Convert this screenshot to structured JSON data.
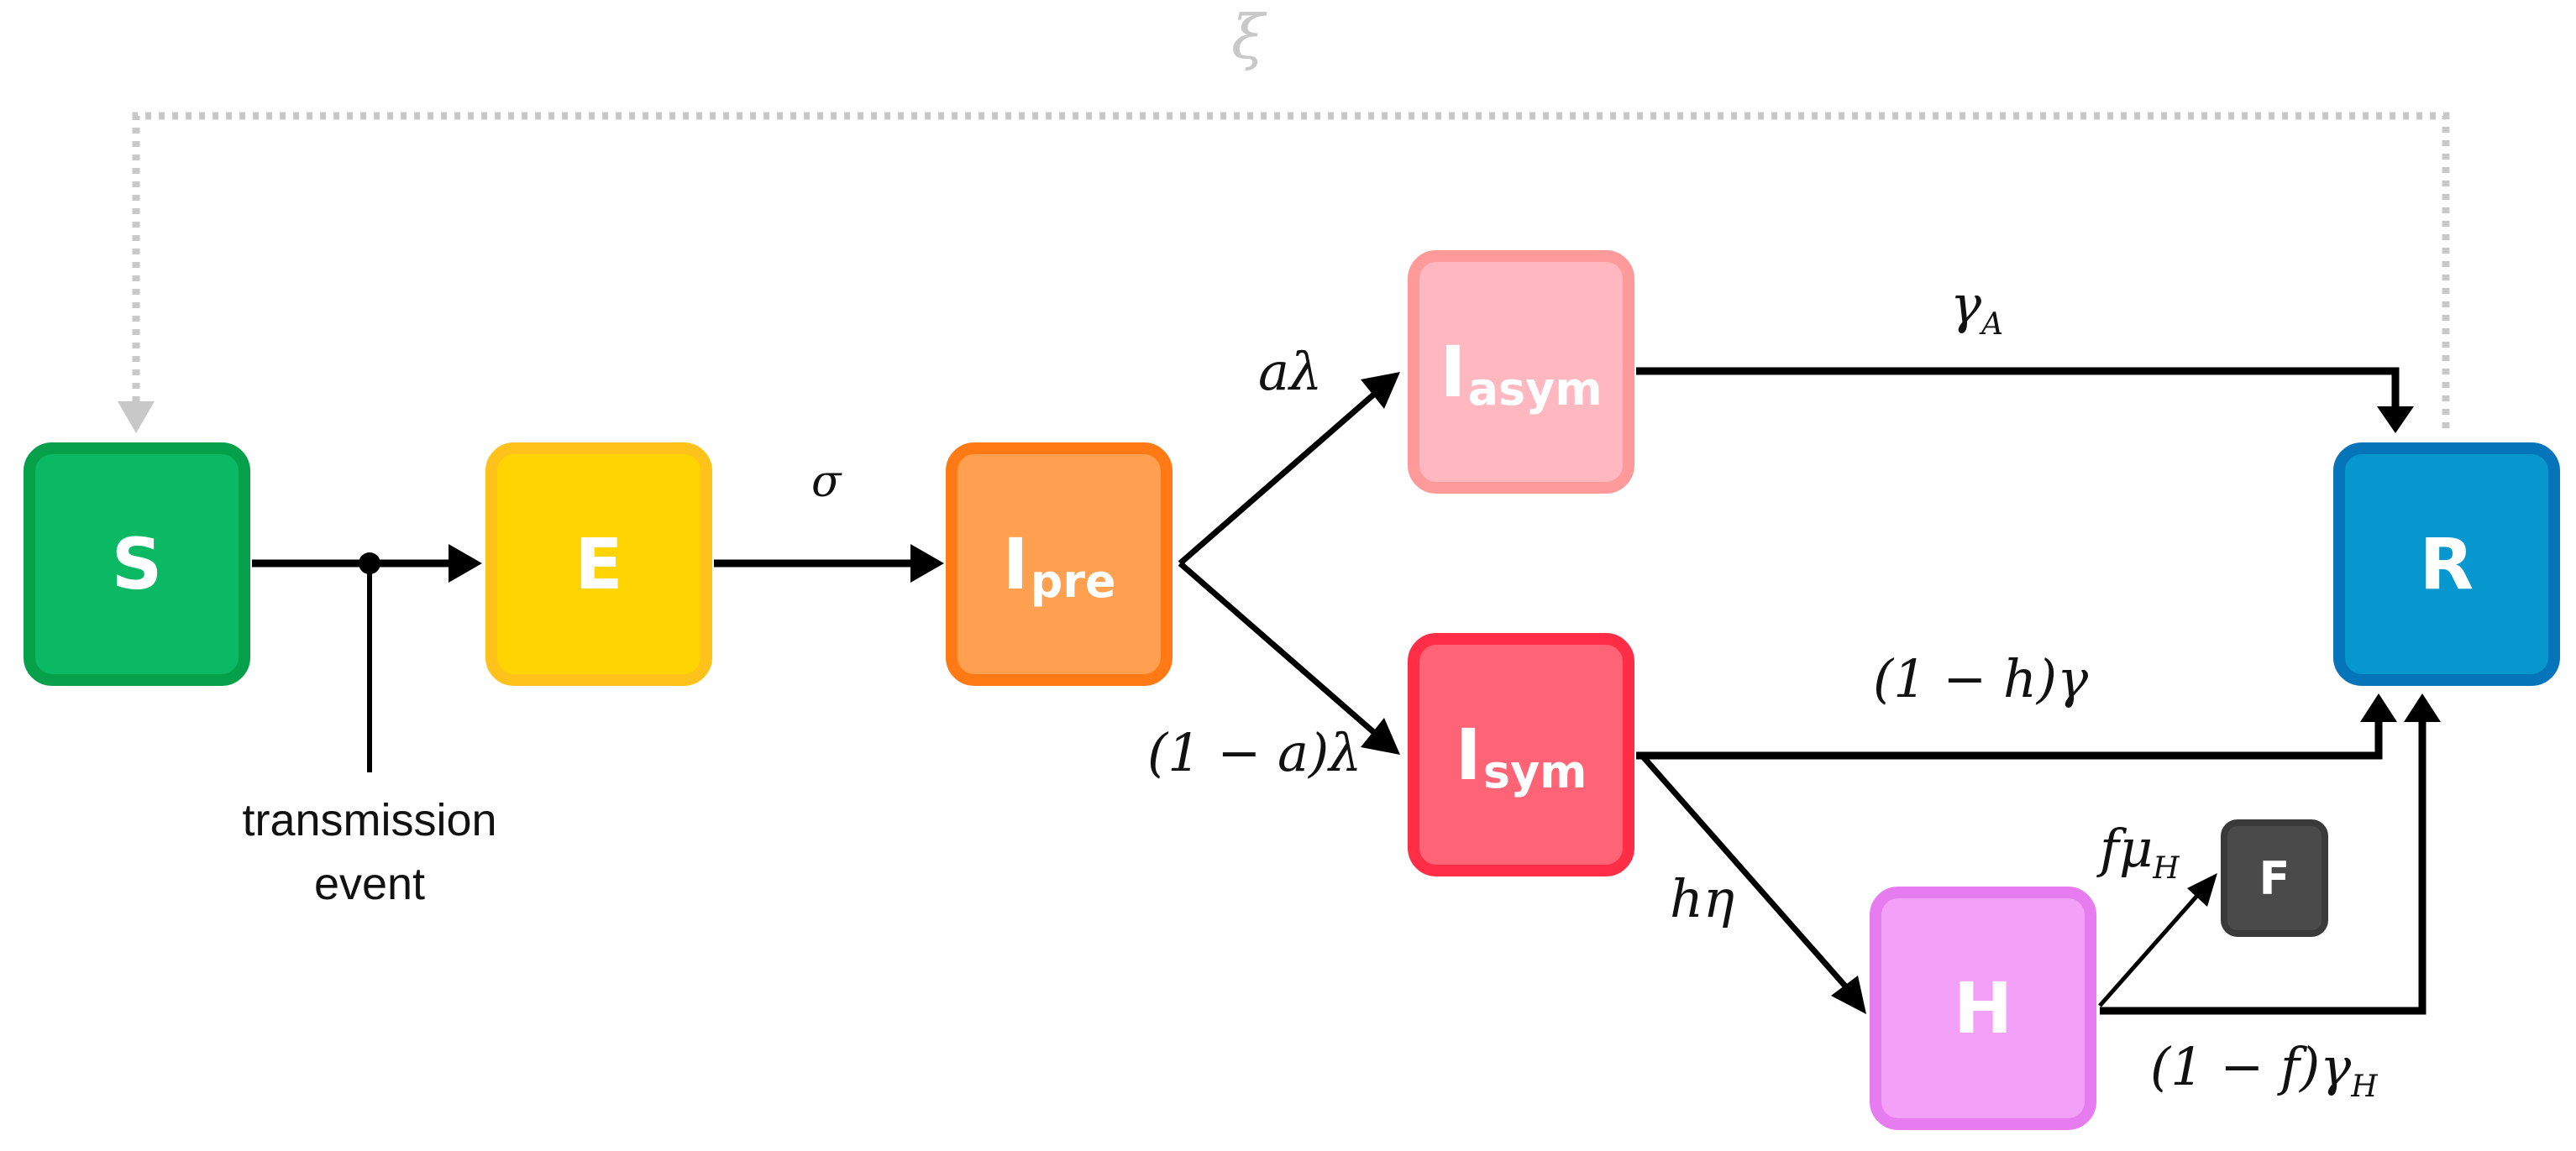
{
  "colors": {
    "susceptible": {
      "fill": "#0bb864",
      "border": "#06a04a"
    },
    "exposed": {
      "fill": "#ffd400",
      "border": "#ffc21a"
    },
    "presymptomatic": {
      "fill": "#ff9f50",
      "border": "#ff7a14"
    },
    "asymptomatic": {
      "fill": "#ffb7c0",
      "border": "#ff9a9a"
    },
    "symptomatic": {
      "fill": "#ff6376",
      "border": "#ff2d45"
    },
    "hospitalized": {
      "fill": "#f3a0f8",
      "border": "#e77cf0"
    },
    "recovered": {
      "fill": "#0797cf",
      "border": "#0574b8"
    },
    "fatal": {
      "fill": "#4a4a4a",
      "border": "#3a3a3a"
    },
    "edge": "#000000",
    "waning_edge": "#c8c8c8"
  },
  "nodes": {
    "s": {
      "main": "S",
      "sub": ""
    },
    "e": {
      "main": "E",
      "sub": ""
    },
    "ipre": {
      "main": "I",
      "sub": "pre"
    },
    "iasym": {
      "main": "I",
      "sub": "asym"
    },
    "isym": {
      "main": "I",
      "sub": "sym"
    },
    "h": {
      "main": "H",
      "sub": ""
    },
    "r": {
      "main": "R",
      "sub": ""
    },
    "f": {
      "main": "F",
      "sub": ""
    }
  },
  "rates": {
    "xi": "ξ",
    "sigma": "σ",
    "a_lambda": "aλ",
    "one_minus_a_lambda": "(1 − a)λ",
    "gamma_a": {
      "main": "γ",
      "sub": "A"
    },
    "one_minus_h_gamma": "(1 − h)γ",
    "h_eta": "hη",
    "f_mu_h": {
      "main": "fμ",
      "sub": "H"
    },
    "one_minus_f_gamma_h": {
      "main": "(1 − f)γ",
      "sub": "H"
    }
  },
  "notes": {
    "transmission_line1": "transmission",
    "transmission_line2": "event"
  }
}
